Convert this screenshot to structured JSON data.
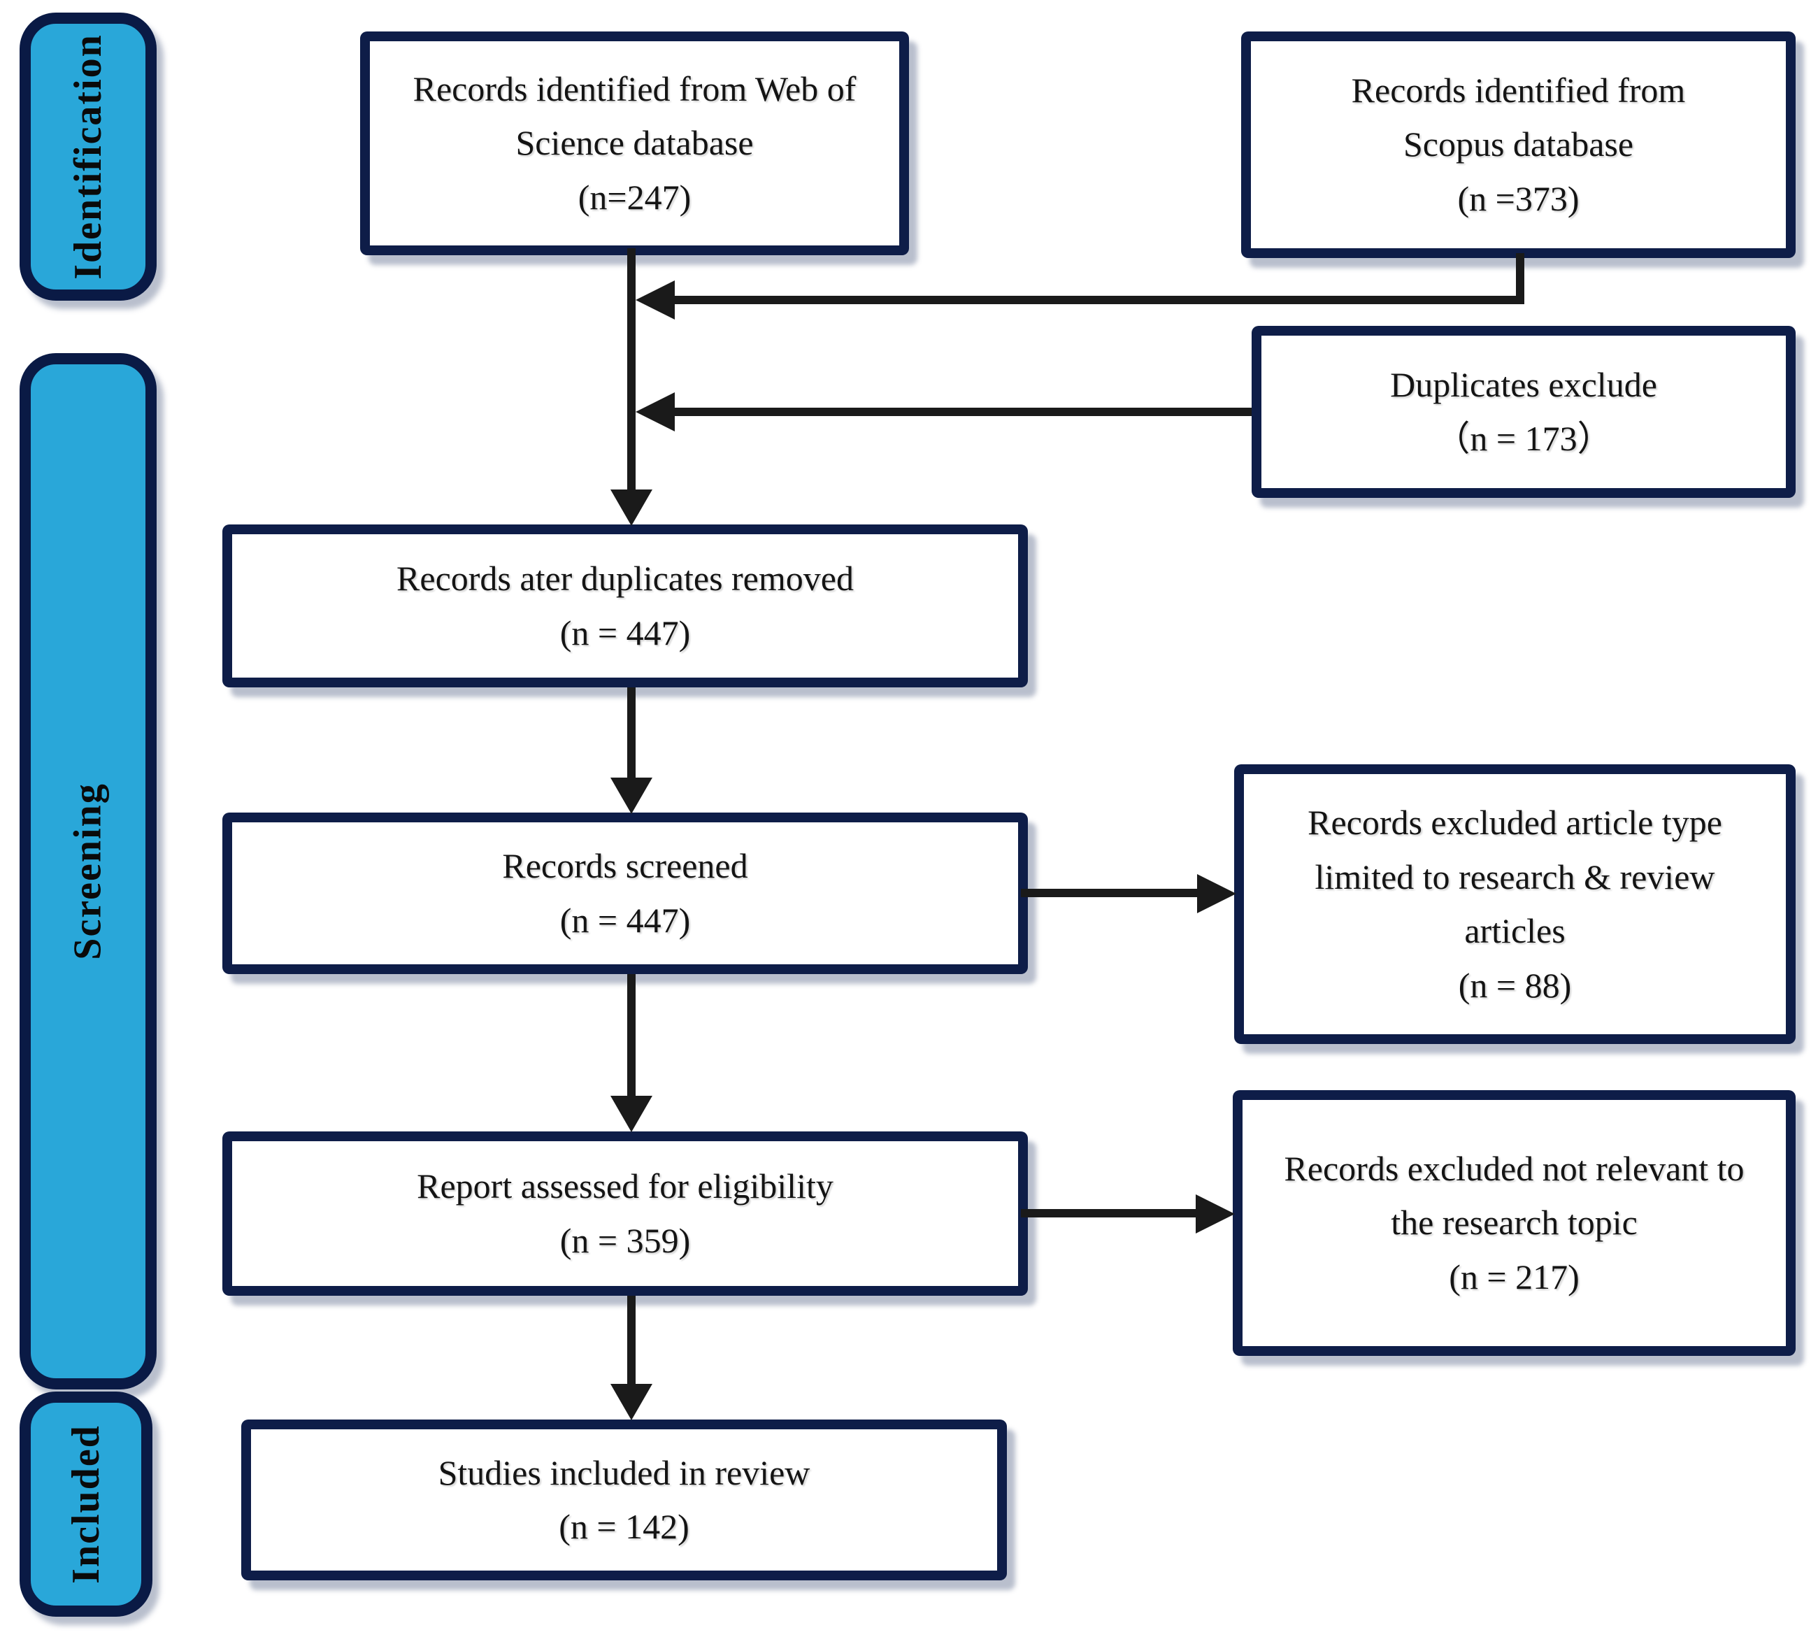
{
  "stages": [
    {
      "id": "identification",
      "label": "Identification"
    },
    {
      "id": "screening",
      "label": "Screening"
    },
    {
      "id": "included",
      "label": "Included"
    }
  ],
  "boxes": [
    {
      "id": "wos",
      "label": "Records identified from Web of Science database",
      "count": "(n=247)"
    },
    {
      "id": "scopus",
      "label": "Records identified from Scopus database",
      "count": "(n =373)"
    },
    {
      "id": "duplicates",
      "label": "Duplicates exclude",
      "count": "（n = 173）"
    },
    {
      "id": "after_duplicates",
      "label": "Records ater duplicates removed",
      "count": "(n = 447)"
    },
    {
      "id": "screened",
      "label": "Records screened",
      "count": "(n = 447)"
    },
    {
      "id": "excluded_article_type",
      "label": "Records excluded article type limited to research & review articles",
      "count": "(n = 88)"
    },
    {
      "id": "eligibility",
      "label": "Report assessed for eligibility",
      "count": "(n = 359)"
    },
    {
      "id": "excluded_not_relevant",
      "label": "Records excluded not relevant to the research topic",
      "count": "(n = 217)"
    },
    {
      "id": "included_review",
      "label": "Studies included in review",
      "count": "(n = 142)"
    }
  ],
  "colors": {
    "stage_fill": "#29a7d9",
    "stage_border": "#0a1a45",
    "box_border": "#0e1d48",
    "line_color": "#1a1a1a"
  }
}
